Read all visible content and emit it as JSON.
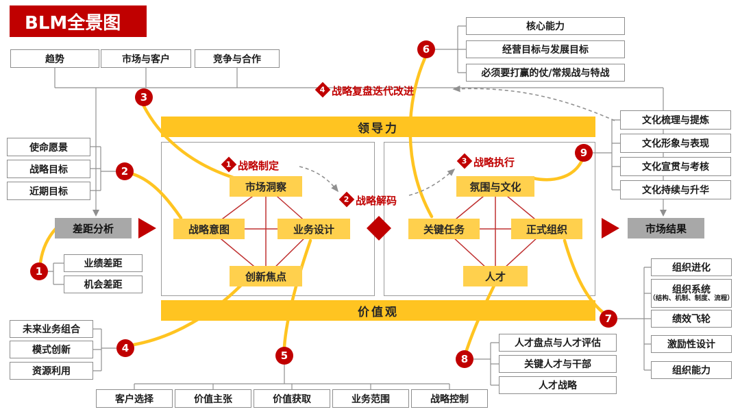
{
  "title": "BLM全景图",
  "colors": {
    "accent_red": "#C00000",
    "golden": "#FFC421",
    "yellow_box": "#FFD04D",
    "gray_box": "#A8A8A8"
  },
  "badges": {
    "n1": "1",
    "n2": "2",
    "n3": "3",
    "n4": "4",
    "n5": "5",
    "n6": "6",
    "n7": "7",
    "n8": "8",
    "n9": "9"
  },
  "phases": {
    "p1": {
      "num": "1",
      "label": "战略制定"
    },
    "p2": {
      "num": "2",
      "label": "战略解码"
    },
    "p3": {
      "num": "3",
      "label": "战略执行"
    },
    "p4": {
      "num": "4",
      "label": "战略复盘迭代改进"
    }
  },
  "top_left_group": {
    "items": [
      "趋势",
      "市场与客户",
      "竞争与合作"
    ]
  },
  "mission_group": {
    "items": [
      "使命愿景",
      "战略目标",
      "近期目标"
    ]
  },
  "gap_group": {
    "items": [
      "业绩差距",
      "机会差距"
    ]
  },
  "future_group": {
    "items": [
      "未来业务组合",
      "模式创新",
      "资源利用"
    ]
  },
  "bottom_group": {
    "items": [
      "客户选择",
      "价值主张",
      "价值获取",
      "业务范围",
      "战略控制"
    ]
  },
  "goal_group": {
    "items": [
      "核心能力",
      "经营目标与发展目标",
      "必须要打赢的仗/常规战与特战"
    ]
  },
  "culture_group": {
    "items": [
      "文化梳理与提炼",
      "文化形象与表现",
      "文化宣贯与考核",
      "文化持续与升华"
    ]
  },
  "org_group": {
    "items": [
      "组织进化",
      "组织系统",
      "绩效飞轮",
      "激励性设计",
      "组织能力"
    ],
    "org_system_sub": "（结构、机制、制度、流程）"
  },
  "talent_group": {
    "items": [
      "人才盘点与人才评估",
      "关键人才与干部",
      "人才战略"
    ]
  },
  "center": {
    "leadership": "领导力",
    "values": "价值观",
    "market_insight": "市场洞察",
    "strategic_intent": "战略意图",
    "business_design": "业务设计",
    "innovation_focus": "创新焦点",
    "climate_culture": "氛围与文化",
    "key_tasks": "关键任务",
    "formal_org": "正式组织",
    "talent": "人才",
    "gap_analysis": "差距分析",
    "market_result": "市场结果"
  }
}
